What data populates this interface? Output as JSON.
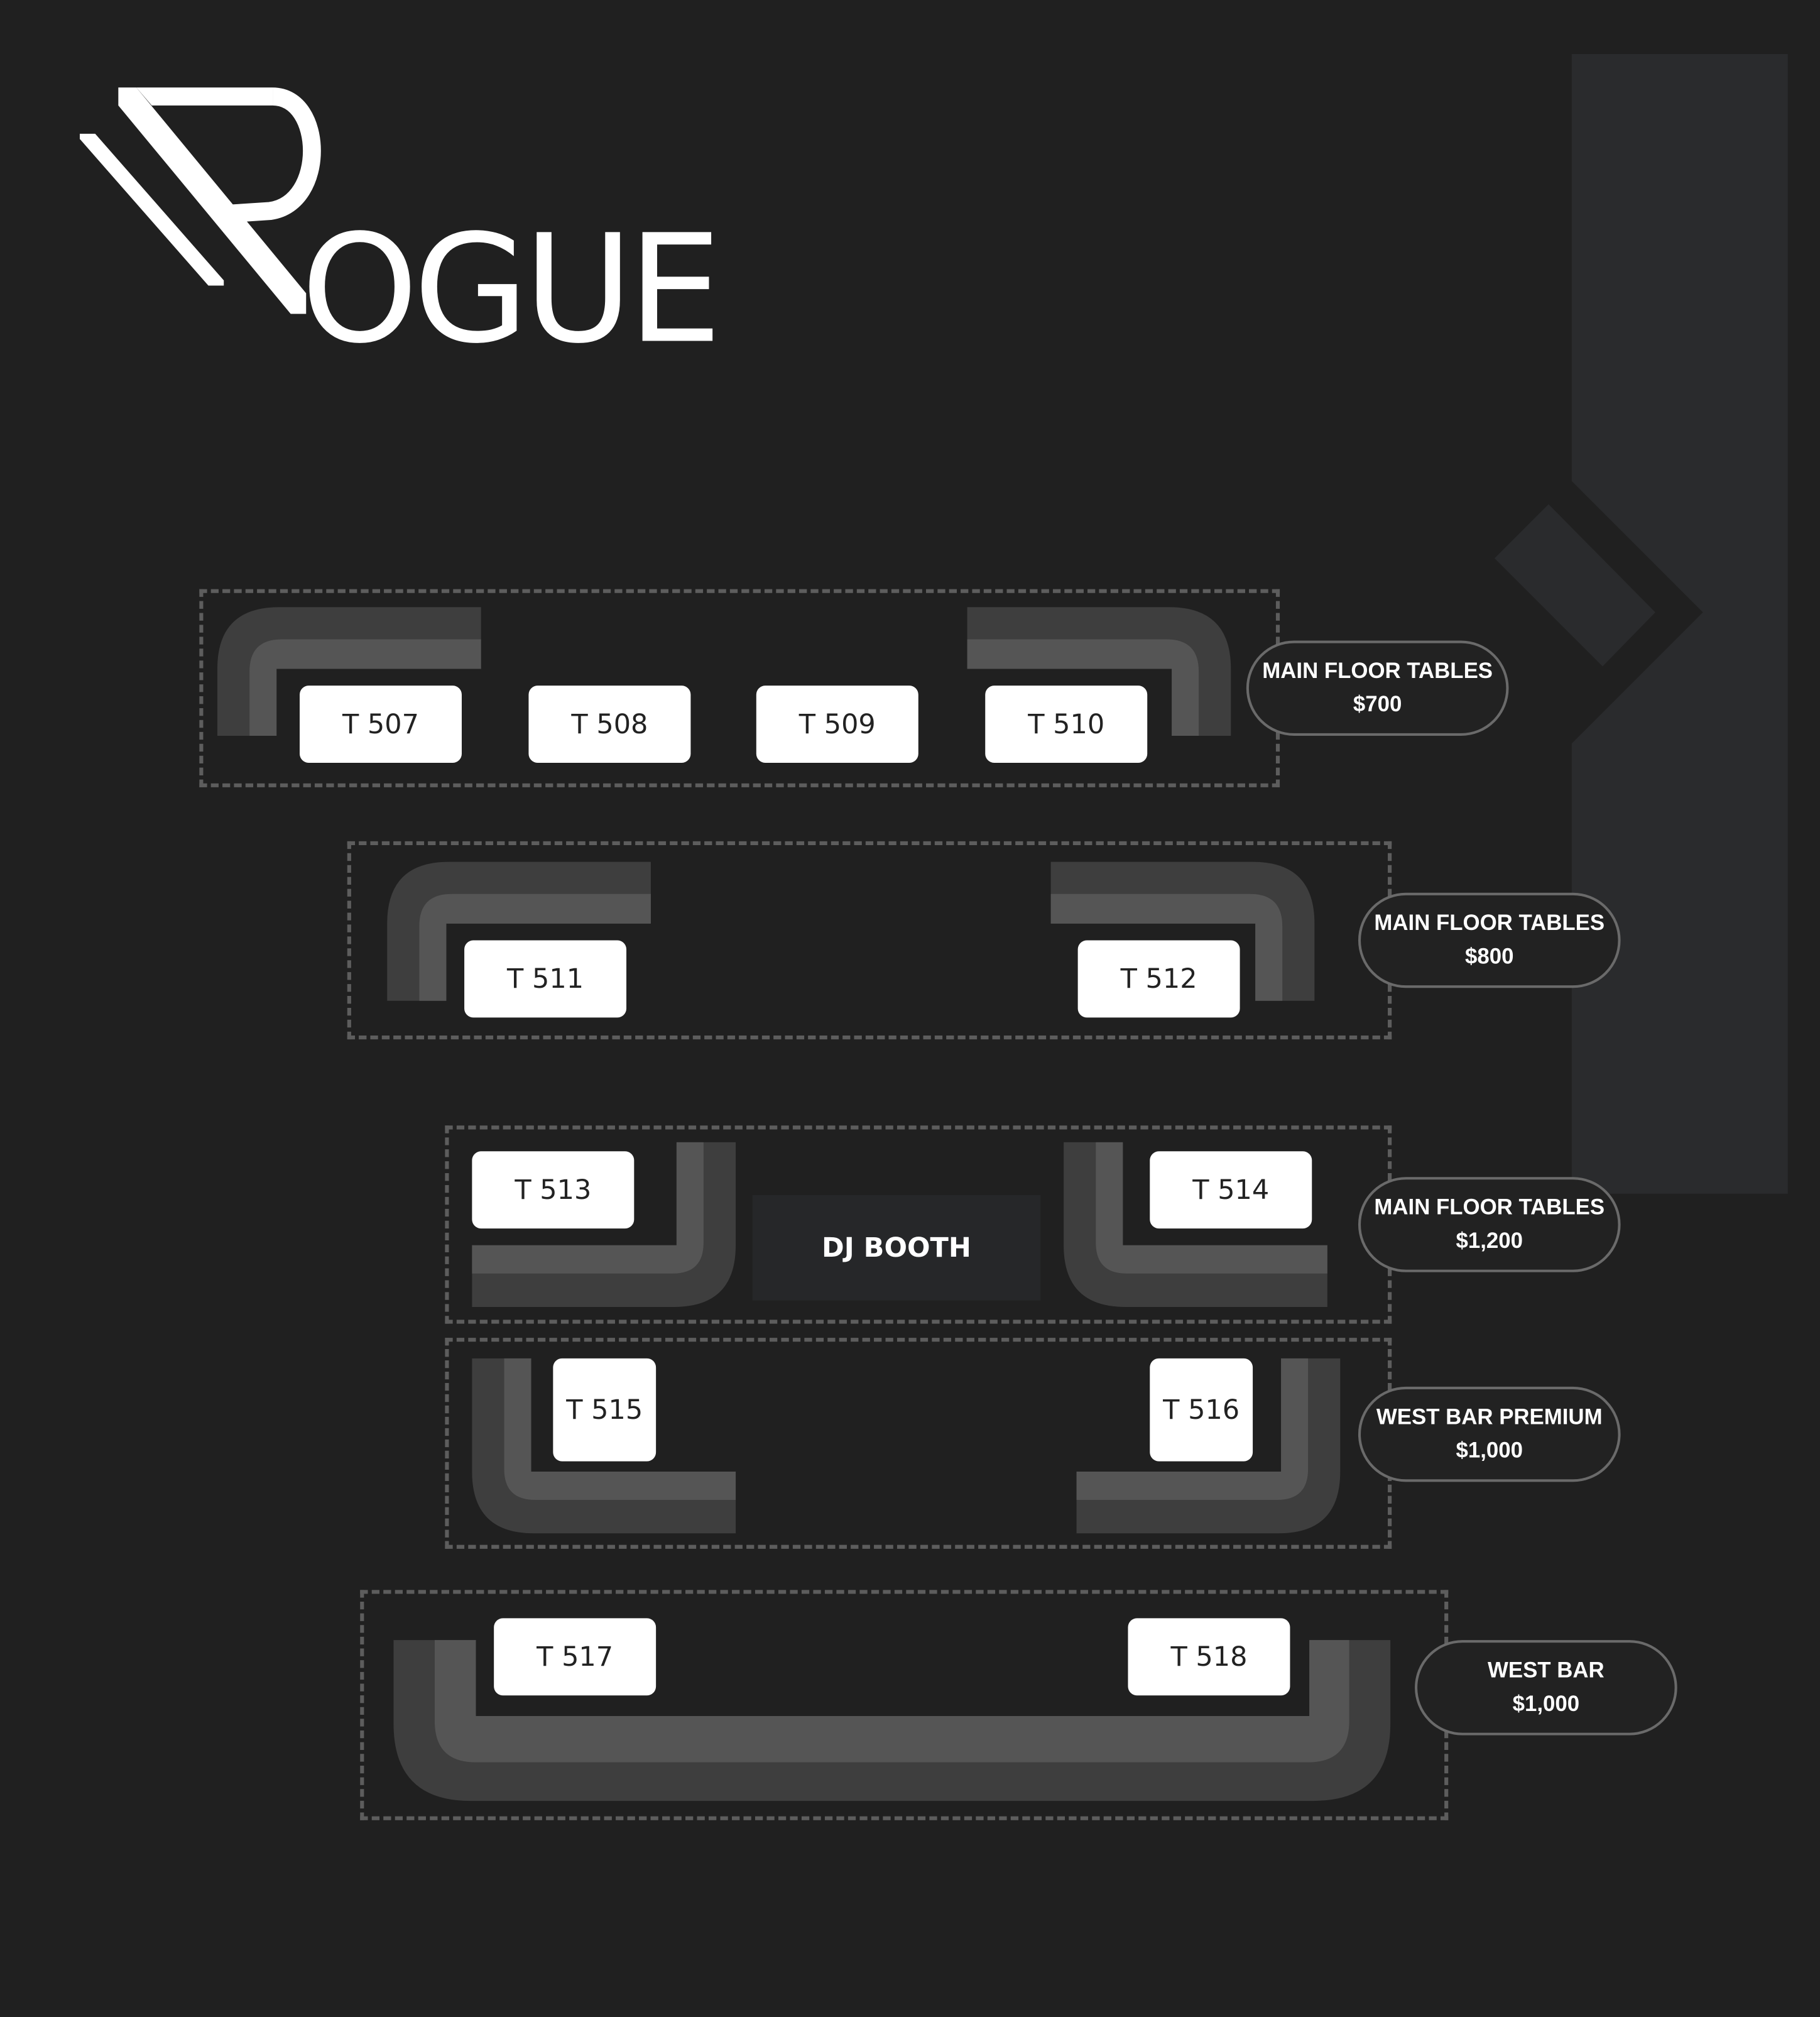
{
  "brand": {
    "name": "ROGUE",
    "logo_text": "OGUE"
  },
  "colors": {
    "background": "#202020",
    "seating_dark": "#3e3e3e",
    "seating_light": "#555555",
    "table": "#ffffff",
    "zone_border": "#5d5d5d",
    "building_panel": "#2a2b2d"
  },
  "tables": {
    "t507": "T 507",
    "t508": "T 508",
    "t509": "T 509",
    "t510": "T 510",
    "t511": "T 511",
    "t512": "T 512",
    "t513": "T 513",
    "t514": "T 514",
    "t515": "T 515",
    "t516": "T 516",
    "t517": "T 517",
    "t518": "T 518"
  },
  "sections": [
    {
      "name": "MAIN FLOOR TABLES",
      "price": "$700"
    },
    {
      "name": "MAIN FLOOR TABLES",
      "price": "$800"
    },
    {
      "name": "MAIN FLOOR TABLES",
      "price": "$1,200"
    },
    {
      "name": "WEST BAR PREMIUM",
      "price": "$1,000"
    },
    {
      "name": "WEST BAR",
      "price": "$1,000"
    }
  ],
  "dj_booth": {
    "label": "DJ BOOTH"
  }
}
